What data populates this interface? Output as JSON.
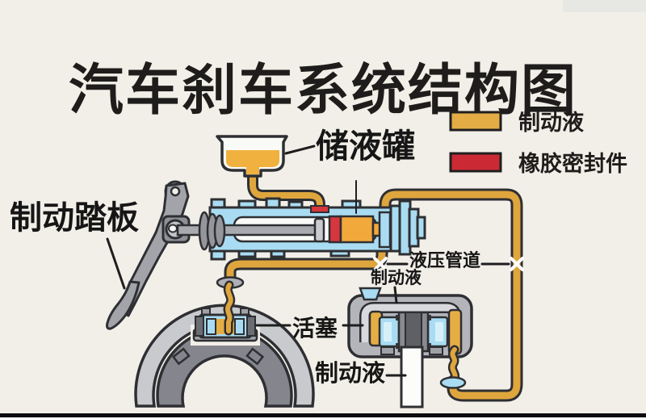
{
  "title": "汽车刹车系统结构图",
  "legend": {
    "items": [
      {
        "label": "制动液",
        "color": "#E3AC45"
      },
      {
        "label": "橡胶密封件",
        "color": "#CB2A34"
      }
    ]
  },
  "labels": {
    "reservoir": "储液罐",
    "brake_pedal": "制动踏板",
    "hydraulic_line": "液压管道",
    "brake_fluid_top": "制动液",
    "piston": "活塞",
    "brake_fluid_bottom": "制动液"
  },
  "colors": {
    "background": "#F2EFE8",
    "brake_fluid_yellow": "#E3AC45",
    "rubber_seal_red": "#CB2A34",
    "component_blue": "#A9DCF2",
    "metal_gray": "#A2A4AA",
    "outline": "#2E2F33"
  }
}
